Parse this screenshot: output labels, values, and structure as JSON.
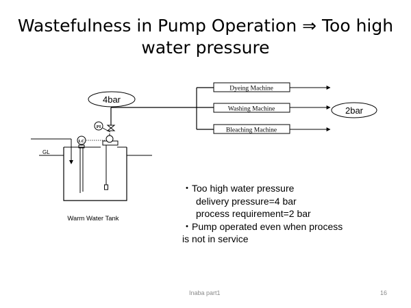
{
  "title": {
    "line1": "Wastefulness in Pump Operation ⇒ Too high",
    "line2": "water pressure"
  },
  "diagram": {
    "pressure_high": "4bar",
    "pressure_low": "2bar",
    "machines": [
      "Dyeing Machine",
      "Washing Machine",
      "Bleaching Machine"
    ],
    "pi_label": "PI",
    "lc_label": "LC",
    "gl_label": "GL",
    "tank_label": "Warm Water Tank"
  },
  "notes": {
    "bullet1": "・Too high water pressure",
    "bullet1_sub1": "delivery pressure=4 bar",
    "bullet1_sub2": "process requirement=2 bar",
    "bullet2_line1": "・Pump operated even when process",
    "bullet2_line2": "is not in service"
  },
  "footer": {
    "author": "Inaba part1",
    "page": "16"
  }
}
